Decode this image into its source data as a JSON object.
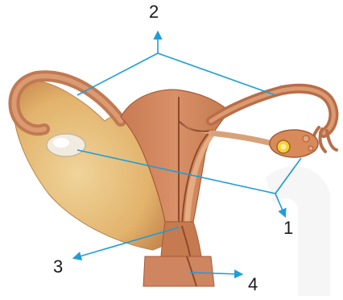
{
  "diagram": {
    "callouts": [
      {
        "id": "1",
        "label": "1"
      },
      {
        "id": "2",
        "label": "2"
      },
      {
        "id": "3",
        "label": "3"
      },
      {
        "id": "4",
        "label": "4"
      }
    ],
    "colors": {
      "arrow": "#1e9ed8",
      "tissue_main": "#d08a5c",
      "tissue_dark": "#a85a36",
      "tissue_light": "#e8c08c",
      "ligament": "#e3b86e",
      "ovary": "#f2ece0",
      "background": "#ffffff"
    }
  }
}
